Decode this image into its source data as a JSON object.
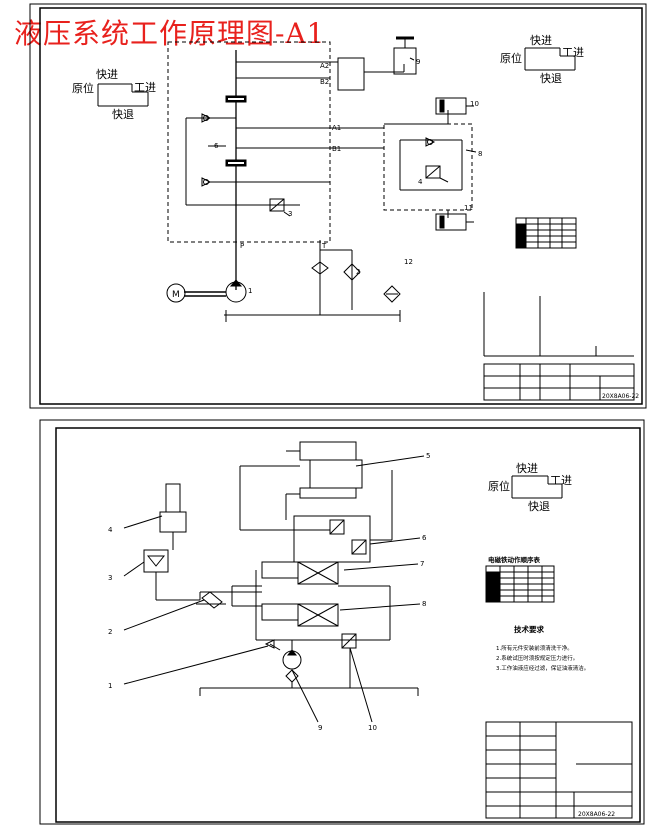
{
  "title": "液压系统工作原理图-A1",
  "cycle_label": {
    "origin": "原位",
    "fast_forward": "快进",
    "work_feed": "工进",
    "fast_return": "快退"
  },
  "top_sheet": {
    "ports": {
      "a2": "A2",
      "b2": "B2",
      "a1": "A1",
      "b1": "B1",
      "p": "P",
      "t": "T"
    },
    "component_numbers": [
      "1",
      "2",
      "3",
      "4",
      "6",
      "8",
      "9",
      "10",
      "11",
      "12"
    ],
    "motor_symbol": "M",
    "part_number": "20X8A06-22"
  },
  "bottom_sheet": {
    "component_numbers": [
      "1",
      "2",
      "3",
      "4",
      "5",
      "6",
      "7",
      "8",
      "9",
      "10"
    ],
    "table_title": "电磁铁动作顺序表",
    "notes_title": "技术要求",
    "notes": [
      "1.所有元件安装前须清洗干净。",
      "2.系统试压时须按规定压力进行。",
      "3.工作油液应经过滤，保证油液清洁。"
    ],
    "part_number": "20X8A06-22"
  },
  "colors": {
    "title": "#e8211d",
    "line": "#000000"
  }
}
